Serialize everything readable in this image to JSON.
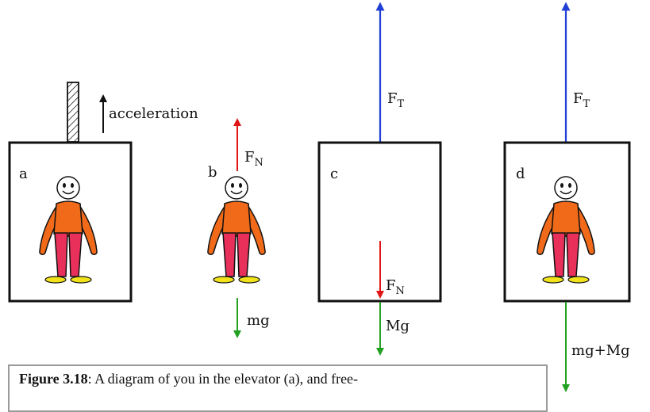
{
  "labels": {
    "acceleration": "acceleration",
    "panel_a": "a",
    "panel_b": "b",
    "panel_c": "c",
    "panel_d": "d",
    "force_T": "F",
    "sub_T": "T",
    "force_N": "F",
    "sub_N": "N",
    "mg": "mg",
    "Mg": "Mg",
    "mg_plus_Mg": "mg+Mg"
  },
  "caption": {
    "figure_number": "Figure 3.18",
    "text": ": A diagram of you in the elevator (a), and free-"
  },
  "colors": {
    "tension": "#1f3fd6",
    "normal": "#e01414",
    "weight": "#22a022",
    "shirt": "#f06a1a",
    "pants": "#e8305a",
    "shoes": "#f2e21a",
    "outline": "#111111"
  }
}
